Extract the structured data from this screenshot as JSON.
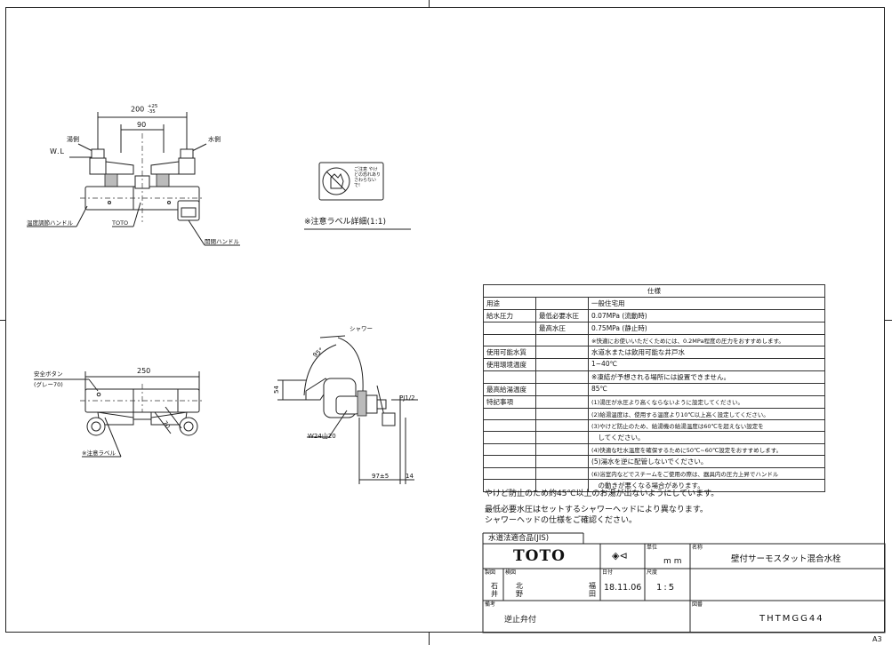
{
  "sheet": {
    "size": "A3"
  },
  "front_view": {
    "dim_overall": "200",
    "dim_tol_plus": "+25",
    "dim_tol_minus": "-35",
    "dim_inner": "90",
    "label_hot": "湯側",
    "label_cold": "水側",
    "label_wl": "W.L",
    "label_temp_handle": "温度調節ハンドル",
    "label_brand": "TOTO",
    "label_open_close_handle": "開閉ハンドル"
  },
  "caution_label": {
    "icon_text": "ご注意 やけどの恐れあり さわらないで!",
    "caption": "※注意ラベル詳細(1:1)"
  },
  "side_view": {
    "label_shower": "シャワー",
    "angle": "95°",
    "dim_54": "54",
    "thread_out": "PJ1/2",
    "thread_in": "W24山20",
    "dim_97": "97±5",
    "dim_14": "14"
  },
  "top_view": {
    "dim_250": "250",
    "label_safety": "安全ボタン",
    "label_safety_color": "(グレー70)",
    "dim_70": "70",
    "label_caution": "※注意ラベル"
  },
  "spec_table": {
    "title": "仕様",
    "rows": [
      {
        "k1": "用途",
        "k2": "",
        "v": "一般住宅用"
      },
      {
        "k1": "給水圧力",
        "k2": "最低必要水圧",
        "v": "0.07MPa (流動時)"
      },
      {
        "k1": "",
        "k2": "最高水圧",
        "v": "0.75MPa (静止時)"
      },
      {
        "k1": "",
        "k2": "",
        "v": "※快適にお使いいただくためには、0.2MPa程度の圧力をおすすめします。"
      },
      {
        "k1": "使用可能水質",
        "k2": "",
        "v": "水道水または飲用可能な井戸水"
      },
      {
        "k1": "使用環境温度",
        "k2": "",
        "v": "1~40℃"
      },
      {
        "k1": "",
        "k2": "",
        "v": "※凍結が予想される場所には設置できません。"
      },
      {
        "k1": "最高給湯温度",
        "k2": "",
        "v": "85℃"
      },
      {
        "k1": "特記事項",
        "k2": "",
        "v": "(1)湯圧が水圧より高くならないように設定してください。"
      },
      {
        "k1": "",
        "k2": "",
        "v": "(2)給湯温度は、使用する温度より10℃以上高く設定してください。"
      },
      {
        "k1": "",
        "k2": "",
        "v": "(3)やけど防止のため、給湯機の給湯温度は60℃を超えない設定を"
      },
      {
        "k1": "",
        "k2": "",
        "v": "　してください。"
      },
      {
        "k1": "",
        "k2": "",
        "v": "(4)快適な吐水温度を確保するために50℃~60℃設定をおすすめします。"
      },
      {
        "k1": "",
        "k2": "",
        "v": "(5)湯水を逆に配管しないでください。"
      },
      {
        "k1": "",
        "k2": "",
        "v": "(6)浴室内などでスチームをご使用の際は、器具内の圧力上昇でハンドル"
      },
      {
        "k1": "",
        "k2": "",
        "v": "　の動きが悪くなる場合があります。"
      }
    ]
  },
  "notes": [
    "やけど防止のため約45℃以上のお湯が出ないようにしています。",
    "最低必要水圧はセットするシャワーヘッドにより異なります。",
    "シャワーヘッドの仕様をご確認ください。"
  ],
  "title_block": {
    "jis": "水道法適合品(JIS)",
    "logo": "TOTO",
    "projection_symbol": "◈⊲",
    "unit_label": "単位",
    "unit_value": "mm",
    "name_label": "名称",
    "name_value": "壁付サーモスタット混合水栓",
    "made_label": "製図",
    "made_value": "石井",
    "check_label": "検図",
    "check_value": "北野",
    "approve_value": "福田",
    "date_label": "日付",
    "date_value": "18.11.06",
    "scale_label": "尺度",
    "scale_value": "1:5",
    "remark_label": "備考",
    "remark_value": "逆止弁付",
    "drawing_no_label": "図番",
    "drawing_no_value": "THTMGG44"
  }
}
